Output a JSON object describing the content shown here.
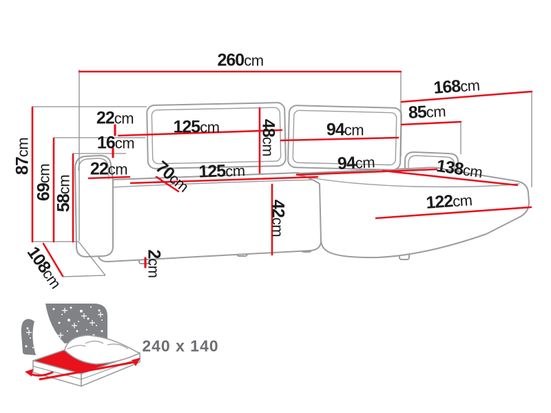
{
  "dims": {
    "w260": {
      "v": "260",
      "u": "cm"
    },
    "d168": {
      "v": "168",
      "u": "cm"
    },
    "h85": {
      "v": "85",
      "u": "cm"
    },
    "t22_back": {
      "v": "22",
      "u": "cm"
    },
    "w125_back": {
      "v": "125",
      "u": "cm"
    },
    "h48": {
      "v": "48",
      "u": "cm"
    },
    "w94_back": {
      "v": "94",
      "u": "cm"
    },
    "t16": {
      "v": "16",
      "u": "cm"
    },
    "t22_arm": {
      "v": "22",
      "u": "cm"
    },
    "d70": {
      "v": "70",
      "u": "cm"
    },
    "w125_seat": {
      "v": "125",
      "u": "cm"
    },
    "w94_seat": {
      "v": "94",
      "u": "cm"
    },
    "d138": {
      "v": "138",
      "u": "cm"
    },
    "d122": {
      "v": "122",
      "u": "cm"
    },
    "h42": {
      "v": "42",
      "u": "cm"
    },
    "h87": {
      "v": "87",
      "u": "cm"
    },
    "h69": {
      "v": "69",
      "u": "cm"
    },
    "h58": {
      "v": "58",
      "u": "cm"
    },
    "d108": {
      "v": "108",
      "u": "cm"
    },
    "t2": {
      "v": "2",
      "u": "cm"
    }
  },
  "sleeping_area": {
    "size": "240 x 140"
  },
  "colors": {
    "dimension_red": "#e8111c",
    "sofa_outline_gray": "#9a9c9e",
    "extension_gray": "#8a8d90",
    "label_black": "#1a1a1a",
    "icon_gray": "#808285",
    "sleep_label_gray": "#6d6e71",
    "background": "#ffffff"
  }
}
